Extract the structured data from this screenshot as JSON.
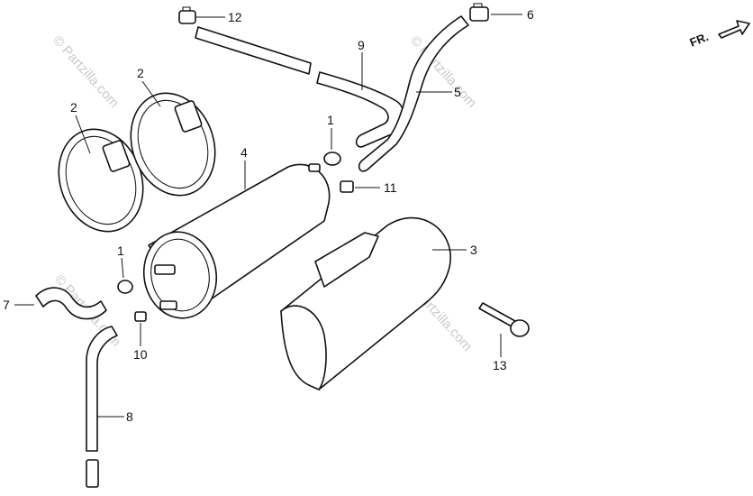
{
  "watermark": "© Partzilla.com",
  "direction_label": "FR.",
  "callouts": [
    {
      "id": "c1a",
      "label": "1"
    },
    {
      "id": "c1b",
      "label": "1"
    },
    {
      "id": "c2a",
      "label": "2"
    },
    {
      "id": "c2b",
      "label": "2"
    },
    {
      "id": "c3",
      "label": "3"
    },
    {
      "id": "c4",
      "label": "4"
    },
    {
      "id": "c5",
      "label": "5"
    },
    {
      "id": "c6",
      "label": "6"
    },
    {
      "id": "c7",
      "label": "7"
    },
    {
      "id": "c8",
      "label": "8"
    },
    {
      "id": "c9",
      "label": "9"
    },
    {
      "id": "c10",
      "label": "10"
    },
    {
      "id": "c11",
      "label": "11"
    },
    {
      "id": "c12",
      "label": "12"
    },
    {
      "id": "c13",
      "label": "13"
    }
  ]
}
